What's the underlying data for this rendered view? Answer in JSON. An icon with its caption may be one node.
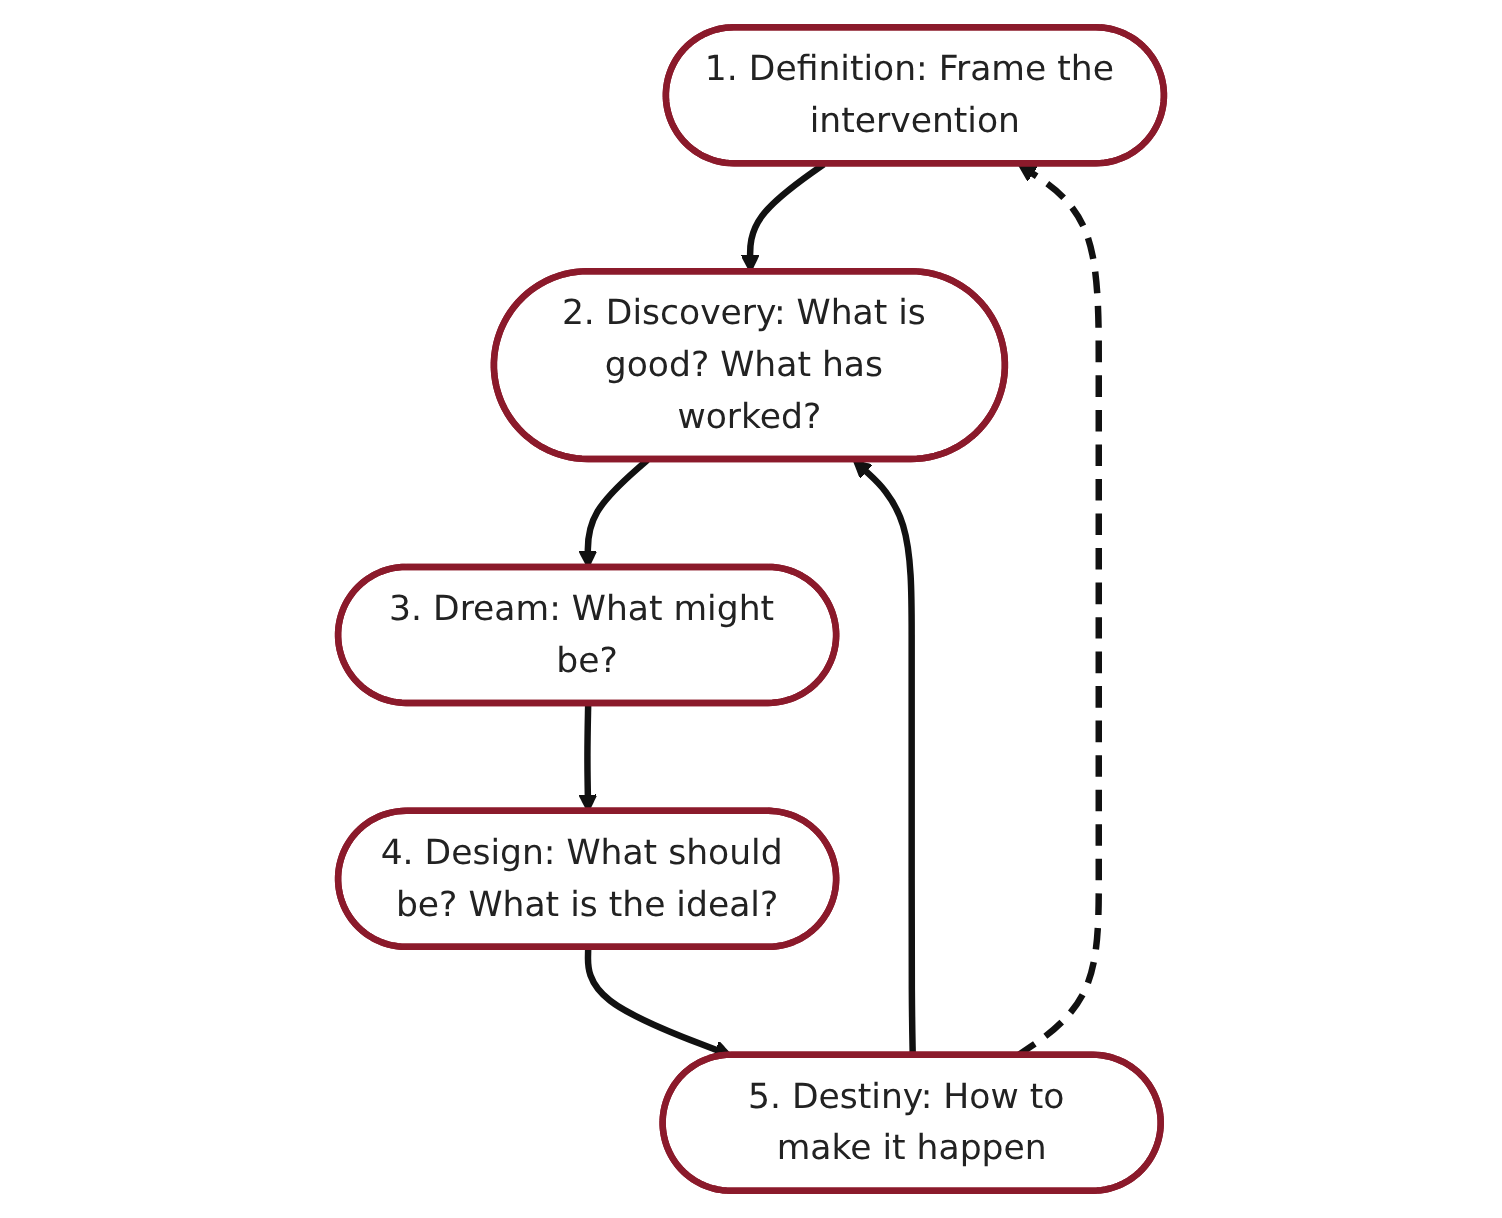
{
  "diagram": {
    "nodes": [
      {
        "text": [
          "1. Definition: Frame the intervention"
        ]
      },
      {
        "text": [
          "2. Discovery: What is good? What has worked?"
        ]
      },
      {
        "text": [
          "3. Dream: What might be?"
        ]
      },
      {
        "text": [
          "4. Design: What should be? What is the ideal?"
        ]
      },
      {
        "text": [
          "5. Destiny: How to make it happen"
        ]
      }
    ],
    "edges": [
      {
        "from": 0,
        "to": 1,
        "arrow": "to"
      },
      {
        "from": 1,
        "to": 2,
        "arrow": "to"
      },
      {
        "from": 2,
        "to": 3,
        "arrow": "to"
      },
      {
        "from": 3,
        "to": 4,
        "arrow": "to"
      },
      {
        "from": 4,
        "to": 1,
        "arrow": "to"
      },
      {
        "from": 4,
        "to": 0,
        "arrow": "to",
        "style": "dashed"
      }
    ]
  }
}
